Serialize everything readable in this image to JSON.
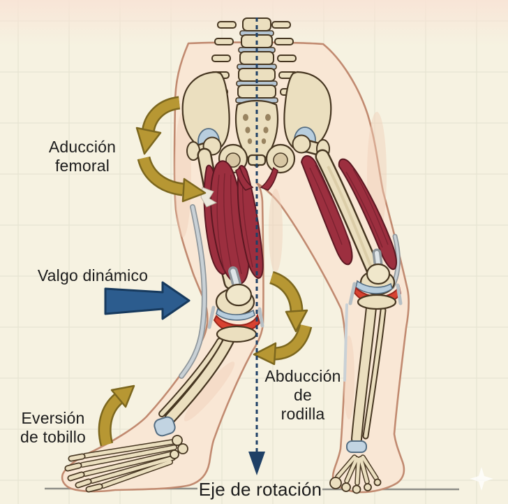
{
  "labels": {
    "femoral_adduction": {
      "line1": "Aducción",
      "line2": "femoral"
    },
    "dynamic_valgus": {
      "text": "Valgo dinámico"
    },
    "knee_abduction": {
      "line1": "Abducción",
      "line2": "de",
      "line3": "rodilla"
    },
    "ankle_eversion": {
      "line1": "Eversión",
      "line2": "de tobillo"
    },
    "rotation_axis": {
      "text": "Eje de rotación"
    }
  },
  "annotations": {
    "arrows": [
      {
        "name": "femoral-adduction-curved-arrow-upper",
        "style": "curved",
        "color": "#b79733"
      },
      {
        "name": "femoral-adduction-curved-arrow-lower",
        "style": "curved",
        "color": "#b79733"
      },
      {
        "name": "dynamic-valgus-arrow",
        "style": "straight-right",
        "color": "#2c5c8e"
      },
      {
        "name": "knee-abduction-curved-arrow-upper",
        "style": "curved",
        "color": "#b79733"
      },
      {
        "name": "knee-abduction-curved-arrow-lower",
        "style": "curved",
        "color": "#b79733"
      },
      {
        "name": "ankle-eversion-curved-arrow",
        "style": "curved",
        "color": "#b79733"
      },
      {
        "name": "rotation-axis-dashed-arrow",
        "style": "dashed-vertical-down",
        "color": "#1f4066"
      }
    ],
    "baseline_rule_color": "#8e8e88"
  },
  "palette": {
    "background": "#f6f2e1",
    "grid": "#e3e0cd",
    "skin": "#f9e7d5",
    "skin_outline": "#c18a70",
    "bone": "#ebdfbf",
    "bone_outline": "#463621",
    "muscle": "#9c2f3f",
    "muscle_outline": "#5c1822",
    "cartilage": "#b8cede",
    "inflammation": "#d74231",
    "tendon_gray": "#c9d1d6",
    "text": "#1b1b1b"
  }
}
